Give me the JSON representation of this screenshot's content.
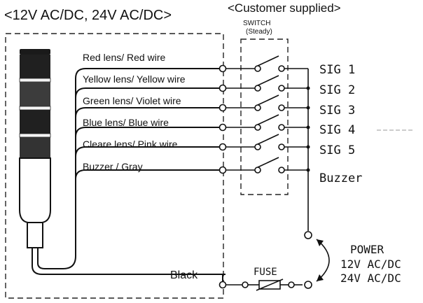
{
  "header": {
    "voltage_title": "<12V AC/DC, 24V AC/DC>",
    "customer_title": "<Customer supplied>",
    "switch_label": "SWITCH",
    "switch_sub": "(Steady)"
  },
  "wires": [
    {
      "label": "Red lens/ Red wire",
      "signal": "SIG  1"
    },
    {
      "label": "Yellow lens/ Yellow wire",
      "signal": "SIG  2"
    },
    {
      "label": "Green lens/ Violet wire",
      "signal": "SIG  3"
    },
    {
      "label": "Blue lens/ Blue wire",
      "signal": "SIG  4"
    },
    {
      "label": "Cleare lens/ Pink wire",
      "signal": "SIG  5"
    },
    {
      "label": "Buzzer / Gray",
      "signal": "Buzzer"
    }
  ],
  "common": {
    "label": "Black",
    "fuse_label": "FUSE"
  },
  "power": {
    "title": "POWER",
    "line1": "12V AC/DC",
    "line2": "24V AC/DC"
  }
}
